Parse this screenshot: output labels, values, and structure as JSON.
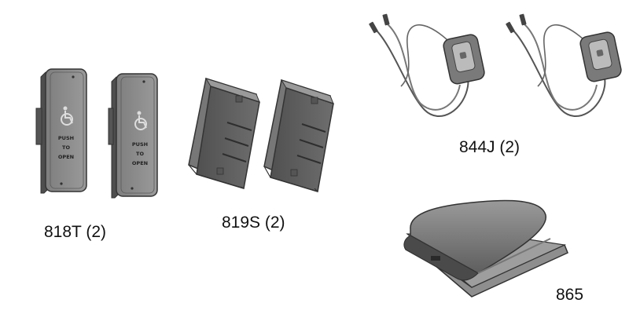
{
  "products": [
    {
      "label": "818T (2)",
      "push_text": [
        "PUSH",
        "TO",
        "OPEN"
      ]
    },
    {
      "label": "819S (2)"
    },
    {
      "label": "844J (2)"
    },
    {
      "label": "865"
    }
  ],
  "colors": {
    "outline": "#3a3a3a",
    "body": "#6b6b6b",
    "face": "#8a8a8a",
    "light": "#b8b8b8"
  },
  "icons": [
    "wheelchair-icon"
  ]
}
